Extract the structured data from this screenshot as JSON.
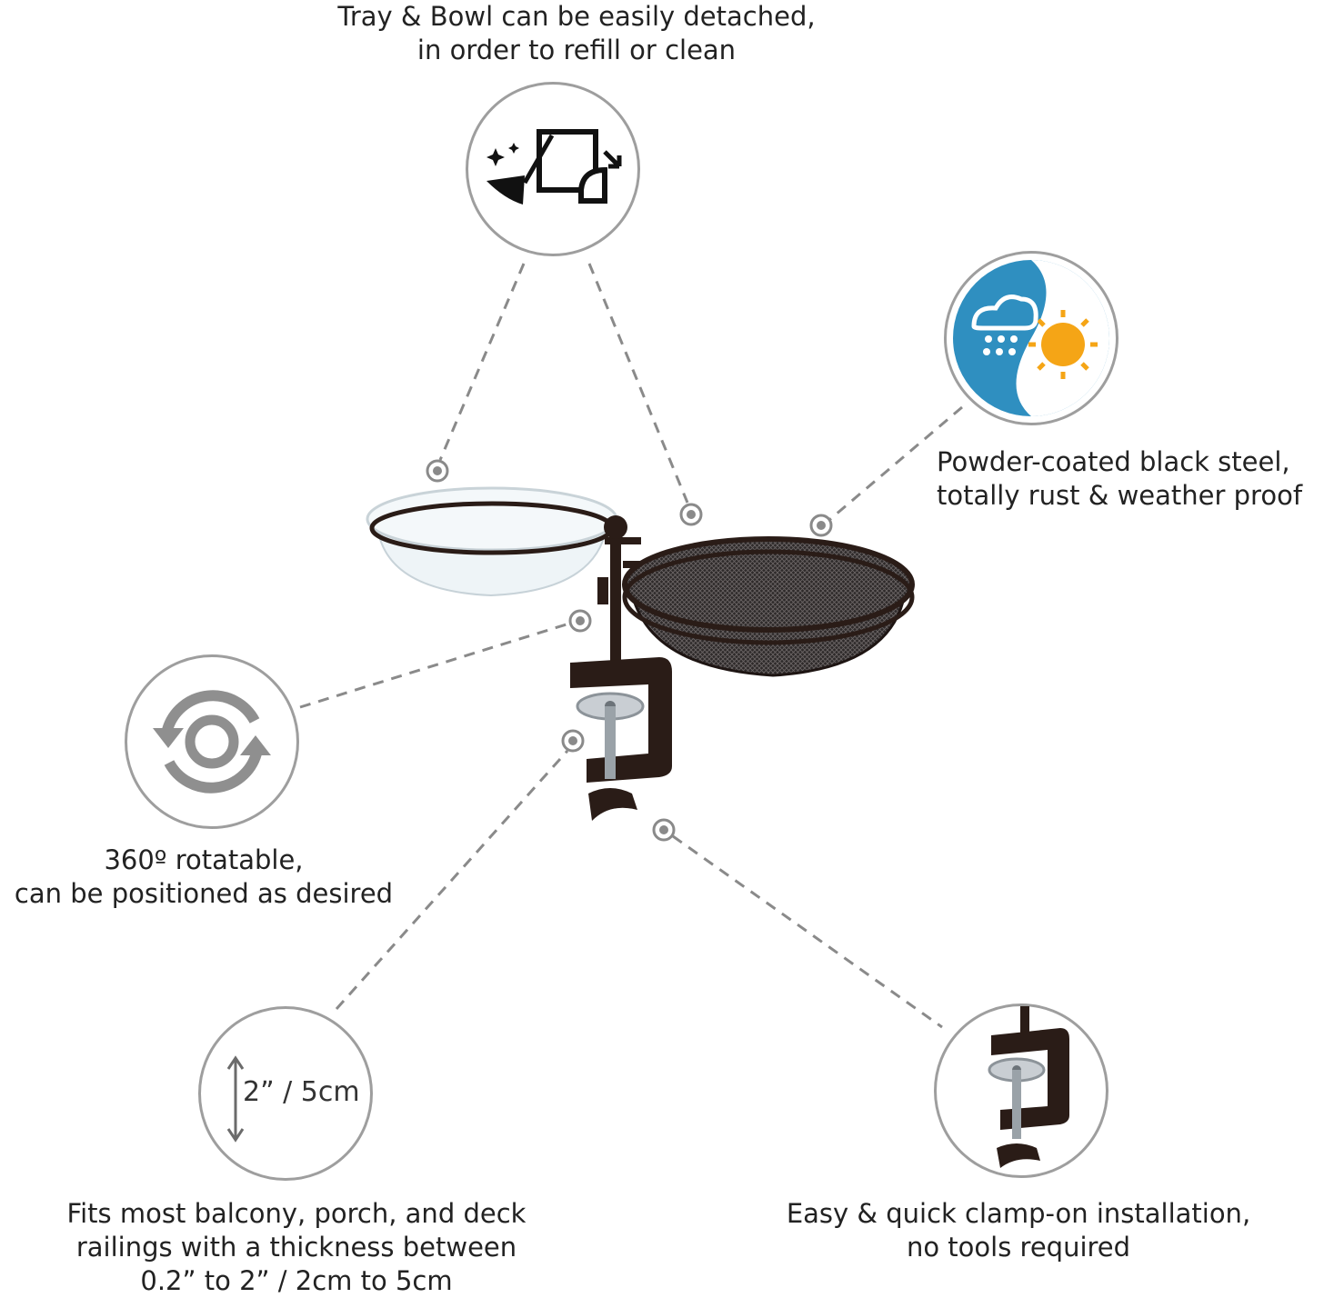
{
  "features": {
    "detach": {
      "lines": [
        "Tray & Bowl can be easily detached,",
        "in order to refill or clean"
      ],
      "icon": "detach-clean-icon"
    },
    "weather": {
      "lines": [
        "Powder-coated black steel,",
        "totally rust & weather proof"
      ],
      "icon": "rain-sun-icon"
    },
    "rotate": {
      "lines": [
        "360º rotatable,",
        "can be positioned as desired"
      ],
      "icon": "rotate-icon"
    },
    "thickness": {
      "lines": [
        "Fits most balcony, porch, and deck",
        "railings with a thickness between",
        "0.2” to 2” / 2cm to 5cm"
      ],
      "icon": "vertical-arrow-icon",
      "measure": "2” / 5cm"
    },
    "clamp": {
      "lines": [
        "Easy & quick clamp-on installation,",
        "no tools required"
      ],
      "icon": "clamp-icon"
    }
  },
  "colors": {
    "accent_blue": "#2f8fc0",
    "sun": "#f5a516",
    "product": "#2a1c17",
    "dashed": "#8a8a8a",
    "circle_border": "#9e9e9e"
  }
}
